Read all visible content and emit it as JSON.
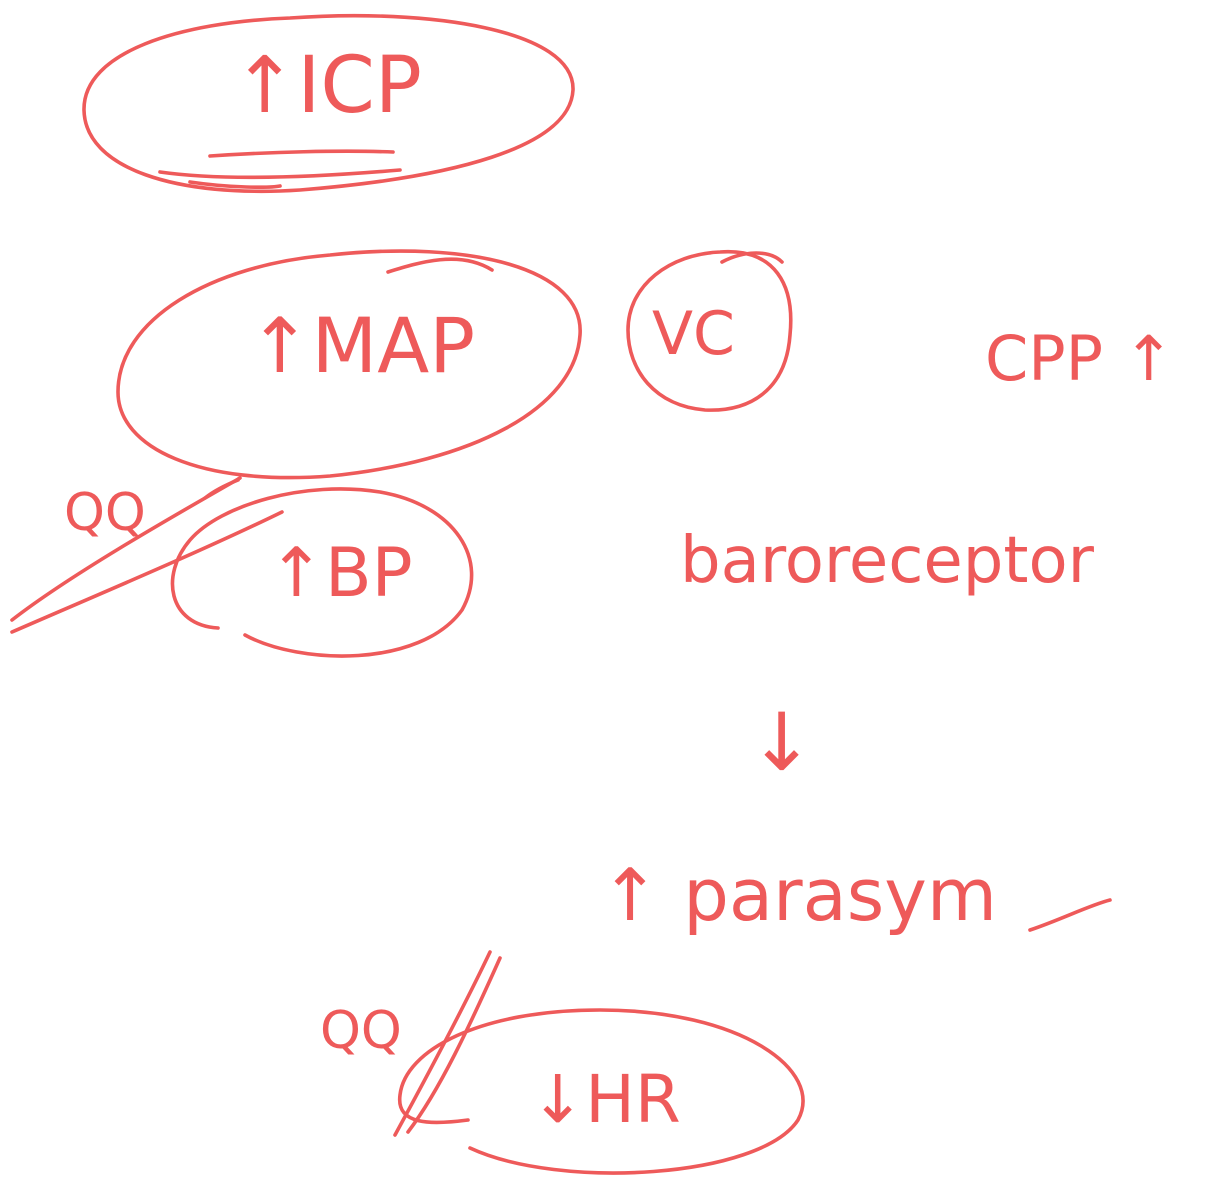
{
  "ink_color": "#ee5a5a",
  "notes": {
    "icp": "↑ICP",
    "map": "↑MAP",
    "vc": "VC",
    "cpp": "CPP ↑",
    "bp": "↑BP",
    "qq_bp": "QQ",
    "baroreceptor": "baroreceptor",
    "arrow_down": "↓",
    "parasym": "↑ parasym",
    "qq_hr": "QQ",
    "hr": "↓HR"
  }
}
